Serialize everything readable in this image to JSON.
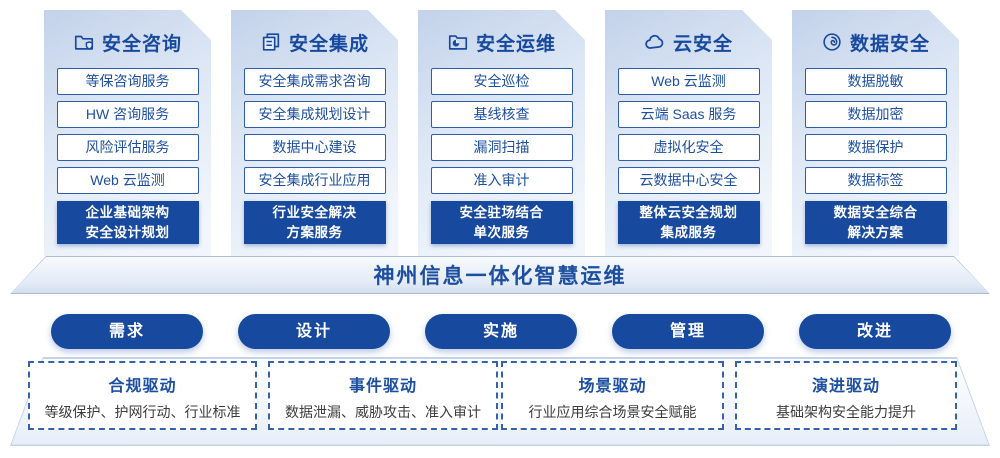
{
  "colors": {
    "accent_dark_blue": "#17499e",
    "item_border_blue": "#2e5dab",
    "text_blue": "#1d4fa0",
    "panel_gradient_top": "#c3d2ea",
    "panel_gradient_bottom": "#f2f6fc",
    "driver_desc_text": "#3c3c3c"
  },
  "columns": [
    {
      "title": "安全咨询",
      "icon": "folder-shield-icon",
      "items": [
        "等保咨询服务",
        "HW 咨询服务",
        "风险评估服务",
        "Web 云监测"
      ],
      "highlight_line1": "企业基础架构",
      "highlight_line2": "安全设计规划"
    },
    {
      "title": "安全集成",
      "icon": "documents-icon",
      "items": [
        "安全集成需求咨询",
        "安全集成规划设计",
        "数据中心建设",
        "安全集成行业应用"
      ],
      "highlight_line1": "行业安全解决",
      "highlight_line2": "方案服务"
    },
    {
      "title": "安全运维",
      "icon": "folder-pie-icon",
      "items": [
        "安全巡检",
        "基线核查",
        "漏洞扫描",
        "准入审计"
      ],
      "highlight_line1": "安全驻场结合",
      "highlight_line2": "单次服务"
    },
    {
      "title": "云安全",
      "icon": "cloud-icon",
      "items": [
        "Web 云监测",
        "云端 Saas 服务",
        "虚拟化安全",
        "云数据中心安全"
      ],
      "highlight_line1": "整体云安全规划",
      "highlight_line2": "集成服务"
    },
    {
      "title": "数据安全",
      "icon": "fingerprint-icon",
      "items": [
        "数据脱敏",
        "数据加密",
        "数据保护",
        "数据标签"
      ],
      "highlight_line1": "数据安全综合",
      "highlight_line2": "解决方案"
    }
  ],
  "platform": {
    "title": "神州信息一体化智慧运维"
  },
  "process_steps": [
    {
      "label": "需求"
    },
    {
      "label": "设计"
    },
    {
      "label": "实施"
    },
    {
      "label": "管理"
    },
    {
      "label": "改进"
    }
  ],
  "drivers": [
    {
      "title": "合规驱动",
      "desc": "等级保护、护网行动、行业标准"
    },
    {
      "title": "事件驱动",
      "desc": "数据泄漏、威胁攻击、准入审计"
    },
    {
      "title": "场景驱动",
      "desc": "行业应用综合场景安全赋能"
    },
    {
      "title": "演进驱动",
      "desc": "基础架构安全能力提升"
    }
  ]
}
